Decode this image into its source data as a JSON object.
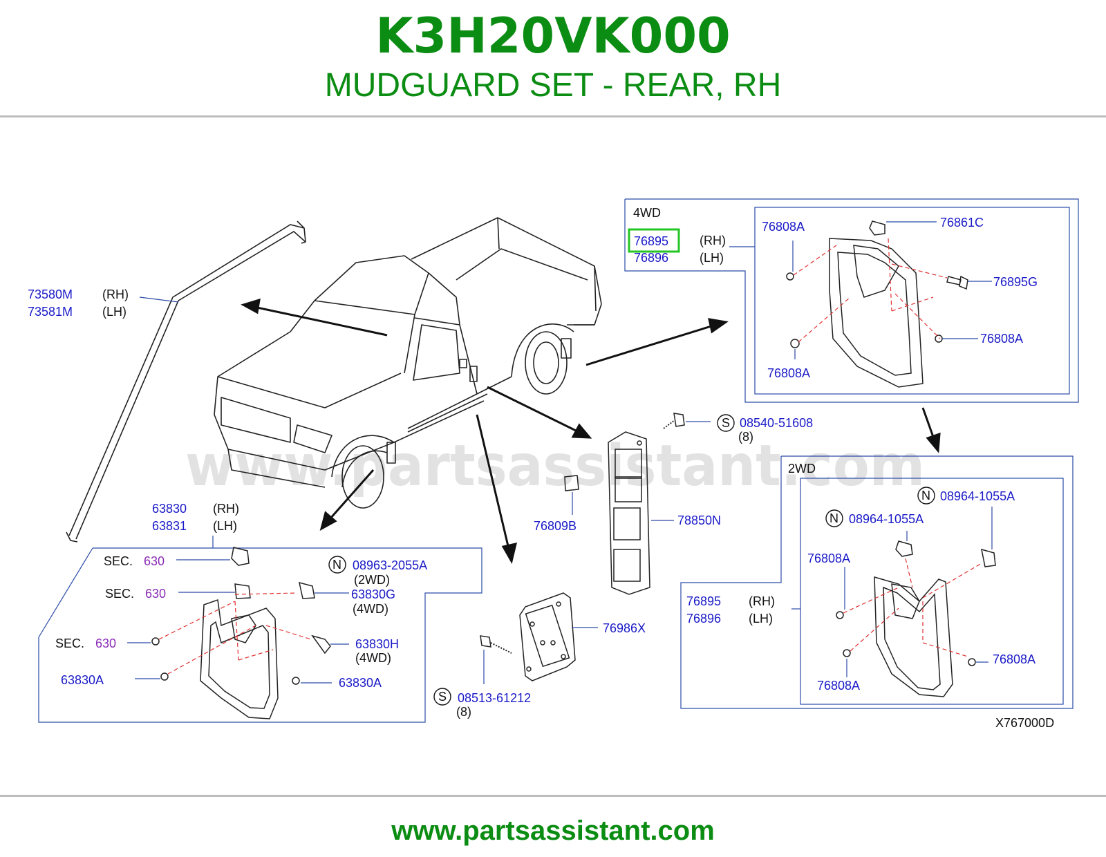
{
  "header": {
    "part_number": "K3H20VK000",
    "description": "MUDGUARD SET - REAR, RH",
    "title_color": "#0b8c12"
  },
  "footer": {
    "url": "www.partsassistant.com"
  },
  "watermark": {
    "text": "www.partsassistant.com"
  },
  "colors": {
    "part_link": "#1a1ac8",
    "section_link": "#8a2bb5",
    "box_line": "#2a4aa8",
    "highlight": "#22c522",
    "text": "#111111"
  },
  "diagram": {
    "code": "X767000D",
    "weatherstrip": {
      "rh": "73580M",
      "lh": "73581M",
      "rh_note": "(RH)",
      "lh_note": "(LH)"
    },
    "box_4wd": {
      "title": "4WD",
      "rh": "76895",
      "rh_note": "(RH)",
      "lh": "76896",
      "lh_note": "(LH)",
      "clip": "76861C",
      "screw_tl": "76808A",
      "rivet": "76895G",
      "screw_r": "76808A",
      "screw_bl": "76808A"
    },
    "box_2wd": {
      "title": "2WD",
      "rh": "76895",
      "rh_note": "(RH)",
      "lh": "76896",
      "lh_note": "(LH)",
      "nut_symbol": "N",
      "nut_1": "08964-1055A",
      "nut_2": "08964-1055A",
      "screw_tl": "76808A",
      "screw_r": "76808A",
      "screw_bl": "76808A"
    },
    "box_front": {
      "rh": "63830",
      "rh_note": "(RH)",
      "lh": "63831",
      "lh_note": "(LH)",
      "sec_label": "SEC.",
      "sec_1": "630",
      "sec_2": "630",
      "sec_3": "630",
      "nut_symbol": "N",
      "nut": "08963-2055A",
      "nut_note": "(2WD)",
      "clip": "63830G",
      "clip_note": "(4WD)",
      "rivet": "63830H",
      "rivet_note": "(4WD)",
      "screw_l": "63830A",
      "screw_r": "63830A"
    },
    "step": {
      "screw_symbol": "S",
      "screw": "08540-51608",
      "screw_qty": "(8)",
      "clip": "76809B",
      "step_bar": "78850N"
    },
    "pad": {
      "screw_symbol": "S",
      "pad": "76986X",
      "screw": "08513-61212",
      "screw_qty": "(8)"
    }
  }
}
